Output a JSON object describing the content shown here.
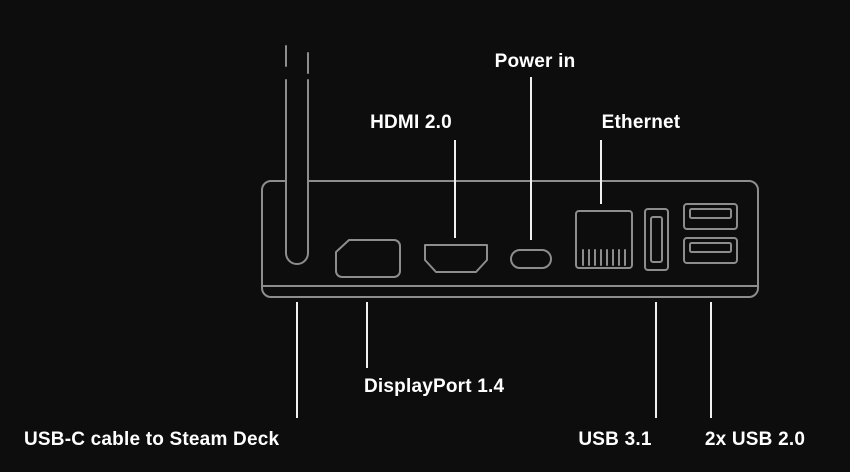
{
  "theme": {
    "background": "#0d0d0d",
    "outline": "#8d8d8d",
    "leader": "#f0f0f0",
    "text": "#ffffff"
  },
  "diagram": {
    "labels": {
      "power_in": "Power in",
      "hdmi": "HDMI 2.0",
      "ethernet": "Ethernet",
      "displayport": "DisplayPort 1.4",
      "usb_c_cable": "USB-C cable to Steam Deck",
      "usb_3_1": "USB 3.1",
      "usb_2_0": "2x USB 2.0"
    },
    "ports": [
      {
        "name": "displayport-port",
        "label": "DisplayPort 1.4"
      },
      {
        "name": "hdmi-port",
        "label": "HDMI 2.0"
      },
      {
        "name": "usb-c-power-port",
        "label": "Power in"
      },
      {
        "name": "ethernet-port",
        "label": "Ethernet"
      },
      {
        "name": "usb-3-1-port",
        "label": "USB 3.1"
      },
      {
        "name": "usb-2-0-ports",
        "label": "2x USB 2.0"
      },
      {
        "name": "usb-c-cable",
        "label": "USB-C cable to Steam Deck"
      }
    ]
  }
}
